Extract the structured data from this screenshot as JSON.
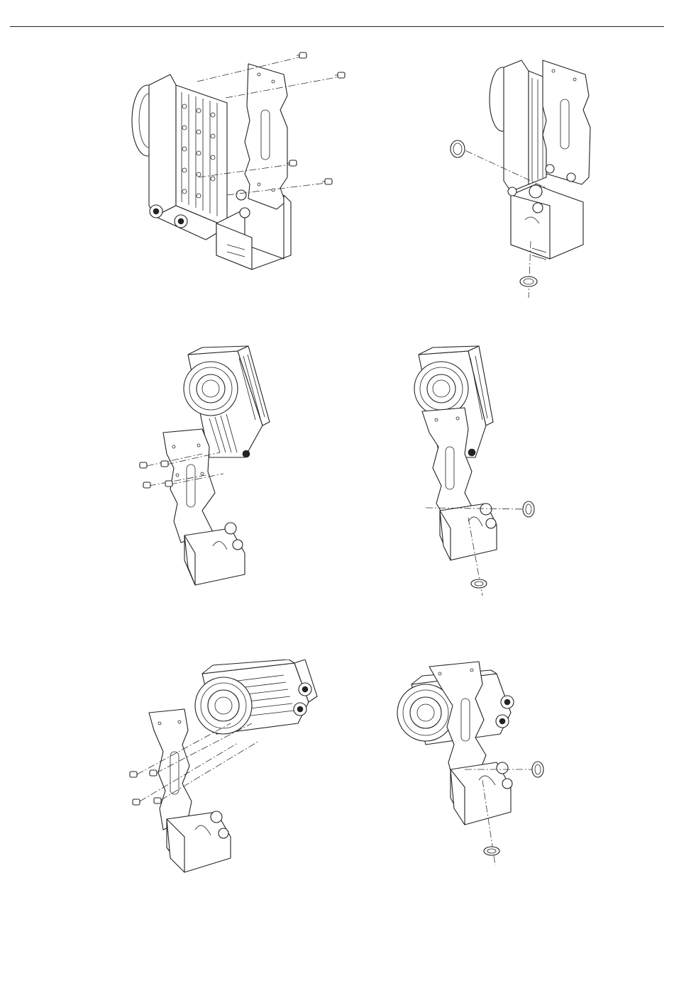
{
  "document": {
    "header_rule_color": "#222222",
    "line_color": "#222222",
    "background_color": "#ffffff"
  },
  "figures": [
    {
      "name": "step-1-side-mount-screws",
      "orientation": "back-mount",
      "action": "attach-plate-with-screws",
      "screws": 4
    },
    {
      "name": "step-2-side-mount-rings",
      "orientation": "back-mount",
      "action": "fit-retaining-rings",
      "rings": 2
    },
    {
      "name": "step-3-vertical-mount-screws",
      "orientation": "vertical",
      "action": "attach-plate-with-screws",
      "screws": 4
    },
    {
      "name": "step-4-vertical-mount-rings",
      "orientation": "vertical",
      "action": "fit-retaining-rings",
      "rings": 2
    },
    {
      "name": "step-5-horizontal-mount-screws",
      "orientation": "horizontal",
      "action": "attach-plate-with-screws",
      "screws": 4
    },
    {
      "name": "step-6-horizontal-mount-rings",
      "orientation": "horizontal",
      "action": "fit-retaining-rings",
      "rings": 2
    }
  ]
}
